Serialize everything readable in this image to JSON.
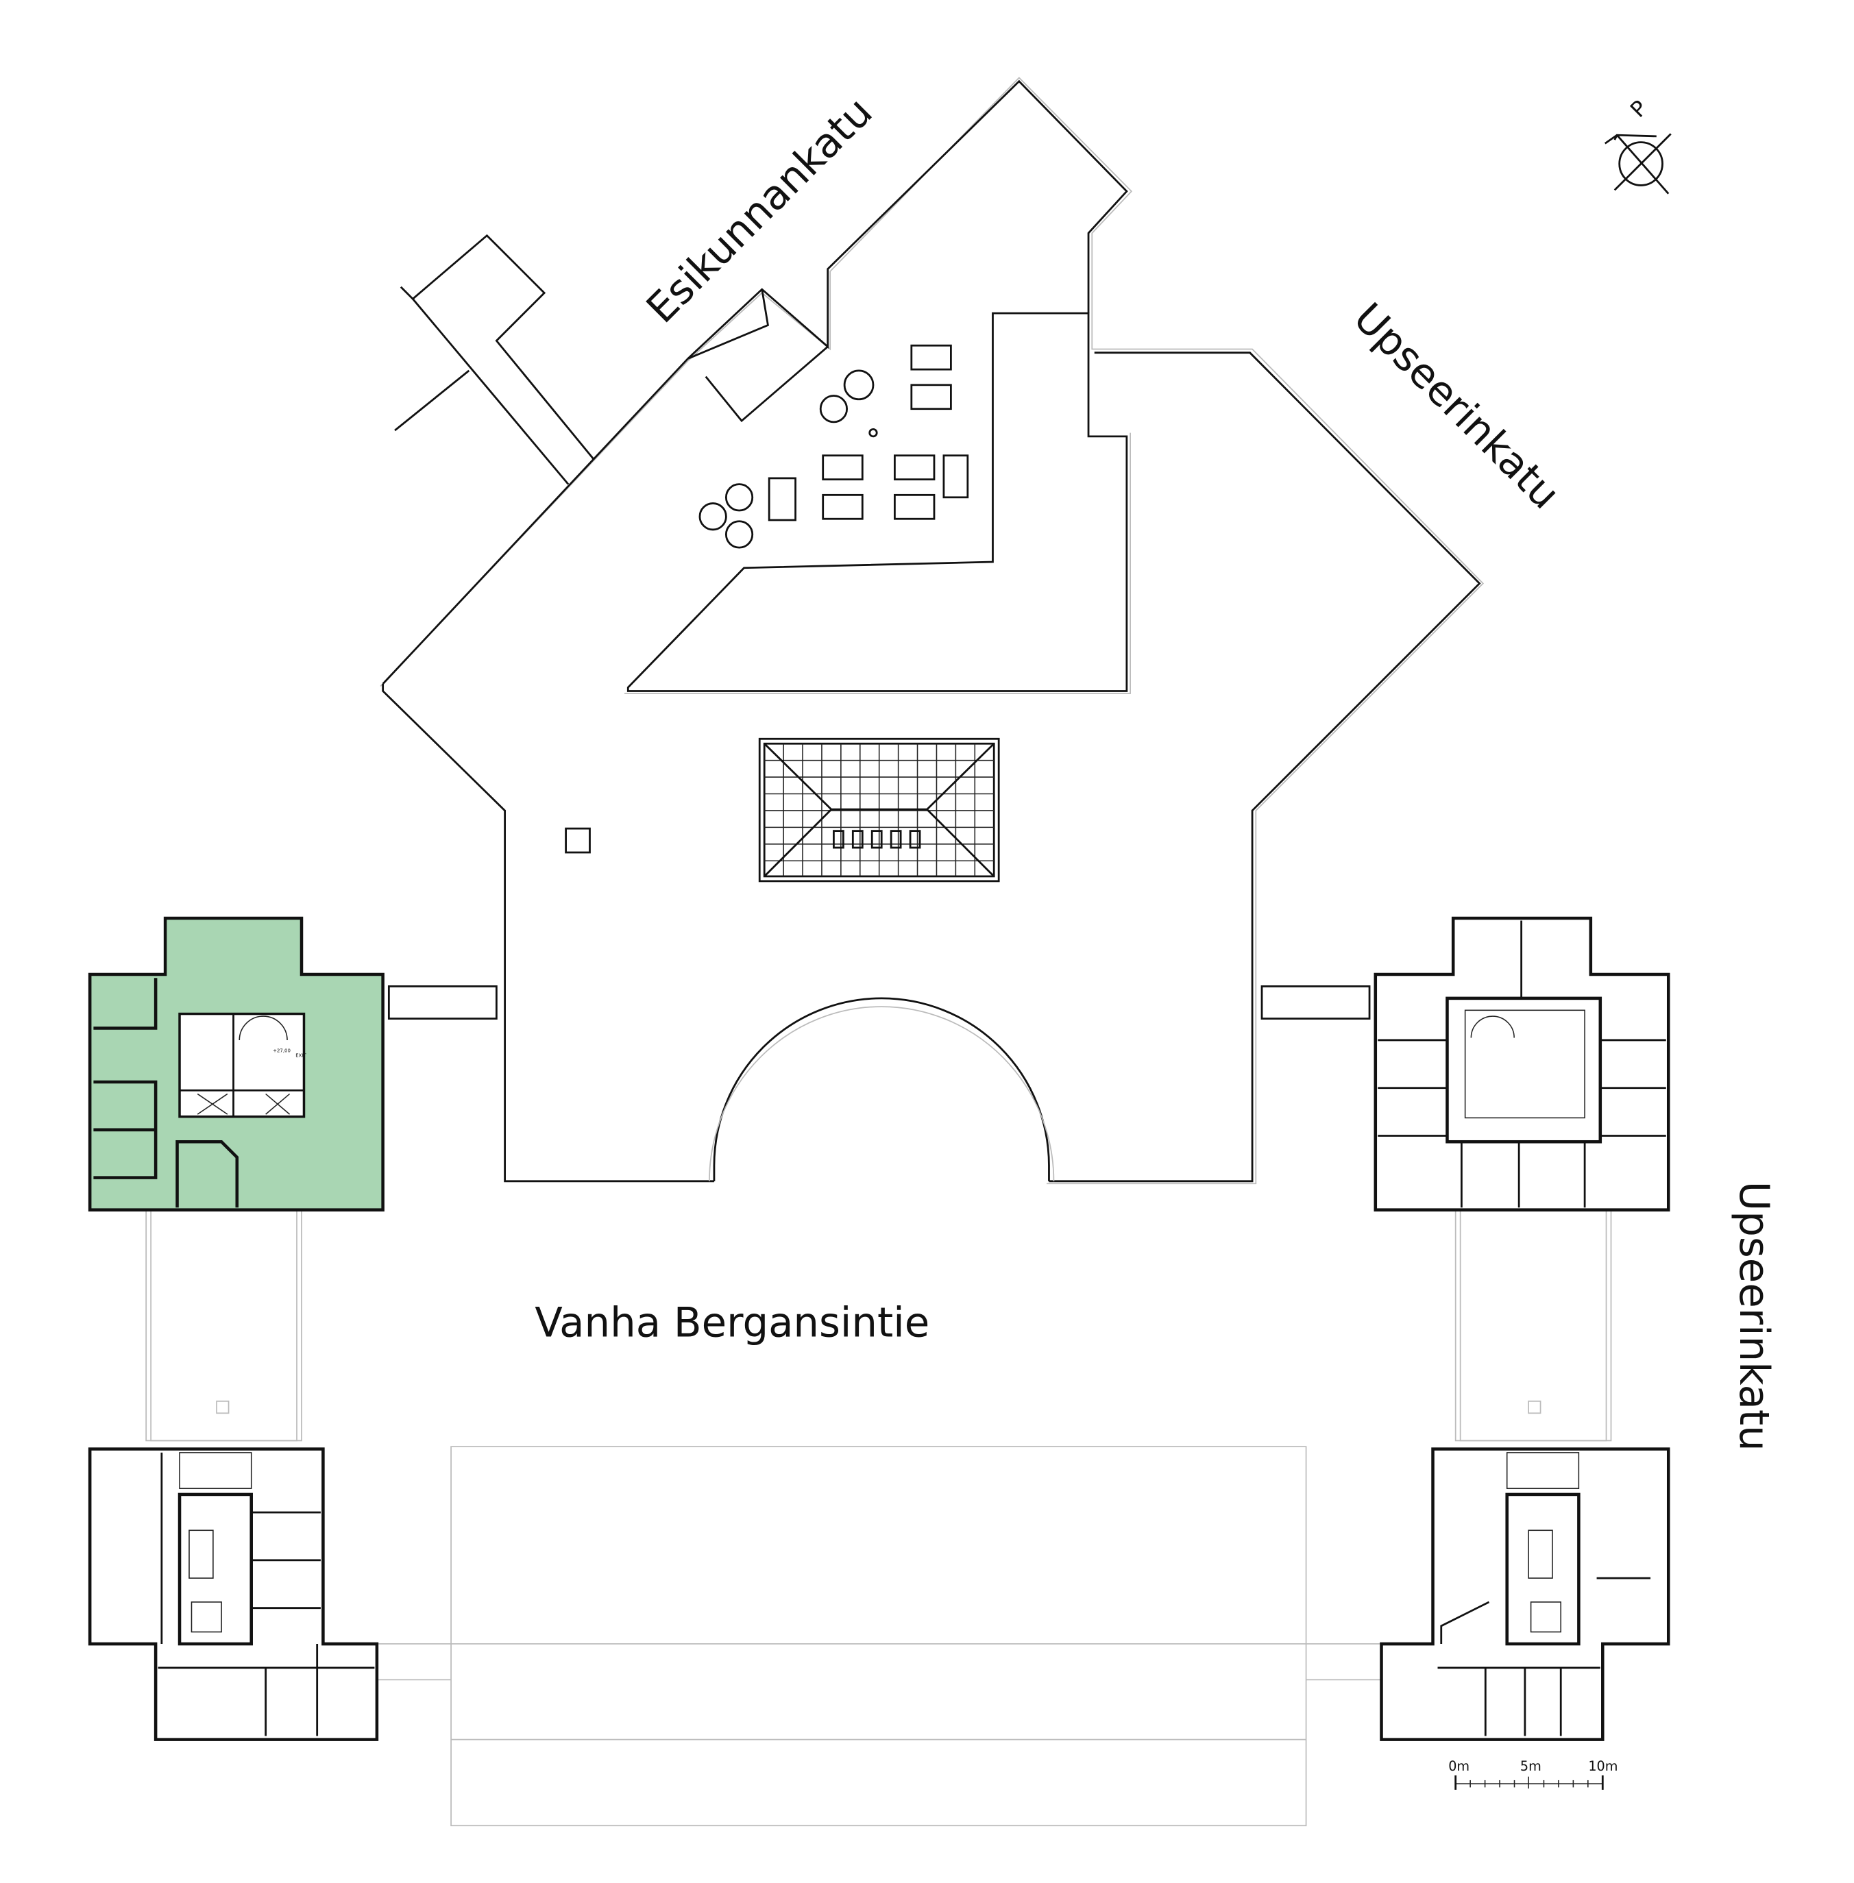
{
  "streets": {
    "esikunnankatu": "Esikunnankatu",
    "upseerinkatu_diagonal": "Upseerinkatu",
    "upseerinkatu_vertical": "Upseerinkatu",
    "vanha_bergansintie": "Vanha Bergansintie"
  },
  "north_arrow": {
    "label": "P"
  },
  "scale_bar": {
    "labels": [
      "0m",
      "5m",
      "10m"
    ]
  },
  "annotations": {
    "exit": "EXIT",
    "level": "+27,00"
  },
  "colors": {
    "highlight": "#a9d6b3",
    "line": "#111111",
    "light_line": "#bbbbbb"
  }
}
